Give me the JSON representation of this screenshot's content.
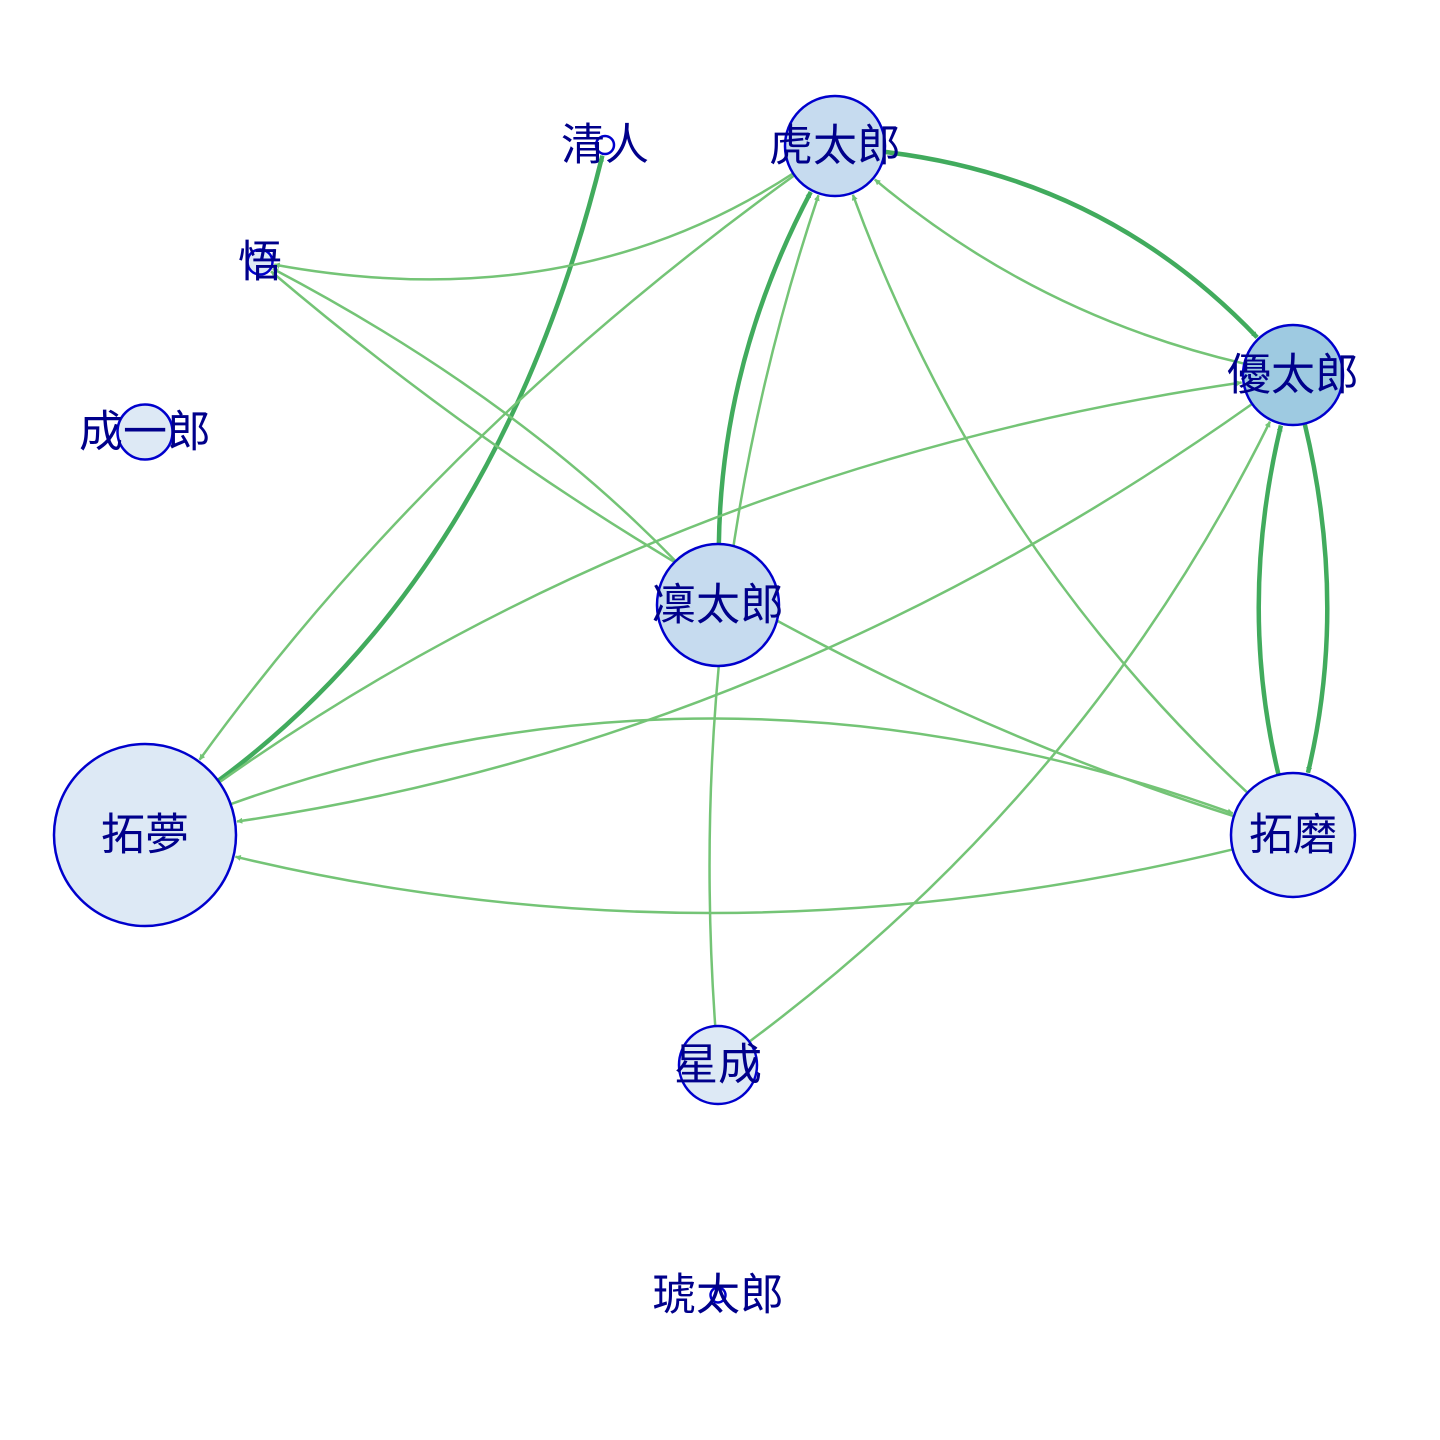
{
  "graph": {
    "type": "directed-network",
    "node_fill_colors": {
      "light": "#dde9f5",
      "mid": "#c6dbef",
      "dark": "#9ecae1",
      "border": "#0000cd",
      "label": "#00008b"
    },
    "edge_colors": {
      "strong": "#41ab5d",
      "weak": "#74c476"
    },
    "nodes": [
      {
        "id": "kotaro",
        "label": "虎太郎",
        "size": 1.0,
        "fill": "#c6dbef"
      },
      {
        "id": "kiyoto",
        "label": "清人",
        "size": 0.18,
        "fill": "#ffffff"
      },
      {
        "id": "satoru",
        "label": "悟",
        "size": 0.25,
        "fill": "#dde9f5"
      },
      {
        "id": "seiichiro",
        "label": "成一郎",
        "size": 0.55,
        "fill": "#dde9f5"
      },
      {
        "id": "yutaro",
        "label": "優太郎",
        "size": 1.0,
        "fill": "#9ecae1"
      },
      {
        "id": "rintaro",
        "label": "凜太郎",
        "size": 1.22,
        "fill": "#c6dbef"
      },
      {
        "id": "takumu",
        "label": "拓夢",
        "size": 1.82,
        "fill": "#dde9f5"
      },
      {
        "id": "takuma",
        "label": "拓磨",
        "size": 1.24,
        "fill": "#dde9f5"
      },
      {
        "id": "hoshinari",
        "label": "星成",
        "size": 0.78,
        "fill": "#dde9f5"
      },
      {
        "id": "kotaro2",
        "label": "琥太郎",
        "size": 0.15,
        "fill": "#ffffff"
      }
    ],
    "edges": [
      {
        "from": "takumu",
        "to": "kiyoto",
        "weight": "strong"
      },
      {
        "from": "kotaro",
        "to": "satoru",
        "weight": "weak"
      },
      {
        "from": "rintaro",
        "to": "satoru",
        "weight": "weak"
      },
      {
        "from": "takuma",
        "to": "satoru",
        "weight": "weak"
      },
      {
        "from": "kotaro",
        "to": "yutaro",
        "weight": "strong"
      },
      {
        "from": "yutaro",
        "to": "kotaro",
        "weight": "weak"
      },
      {
        "from": "rintaro",
        "to": "kotaro",
        "weight": "strong"
      },
      {
        "from": "takuma",
        "to": "kotaro",
        "weight": "weak"
      },
      {
        "from": "hoshinari",
        "to": "kotaro",
        "weight": "weak"
      },
      {
        "from": "kotaro",
        "to": "takumu",
        "weight": "weak"
      },
      {
        "from": "yutaro",
        "to": "takuma",
        "weight": "strong"
      },
      {
        "from": "takuma",
        "to": "yutaro",
        "weight": "strong"
      },
      {
        "from": "takumu",
        "to": "yutaro",
        "weight": "weak"
      },
      {
        "from": "hoshinari",
        "to": "yutaro",
        "weight": "weak"
      },
      {
        "from": "yutaro",
        "to": "takumu",
        "weight": "weak"
      },
      {
        "from": "takuma",
        "to": "takumu",
        "weight": "weak"
      },
      {
        "from": "takumu",
        "to": "takuma",
        "weight": "weak"
      }
    ]
  }
}
